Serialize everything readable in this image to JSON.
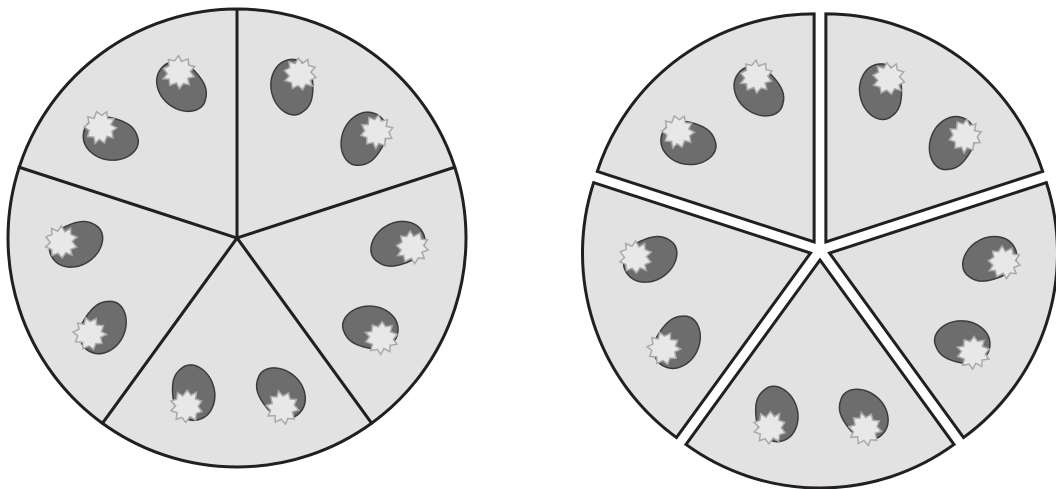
{
  "diagrams": [
    {
      "id": "whole-pie",
      "arrangement": "joined",
      "slice_count": 5,
      "items_per_slice": 2,
      "item_kind": "dark blob with pale spiky blob overlay"
    },
    {
      "id": "separated-pie",
      "arrangement": "exploded",
      "slice_count": 5,
      "items_per_slice": 2,
      "item_kind": "dark blob with pale spiky blob overlay"
    }
  ],
  "colors": {
    "slice_fill": "#e2e2e2",
    "outline": "#231f20",
    "blob_fill": "#6d6d6d",
    "blob_stroke": "#3a3a3a",
    "spiky_fill": "#e8e8e8",
    "spiky_stroke": "#a9a9a9",
    "background": "#ffffff"
  }
}
